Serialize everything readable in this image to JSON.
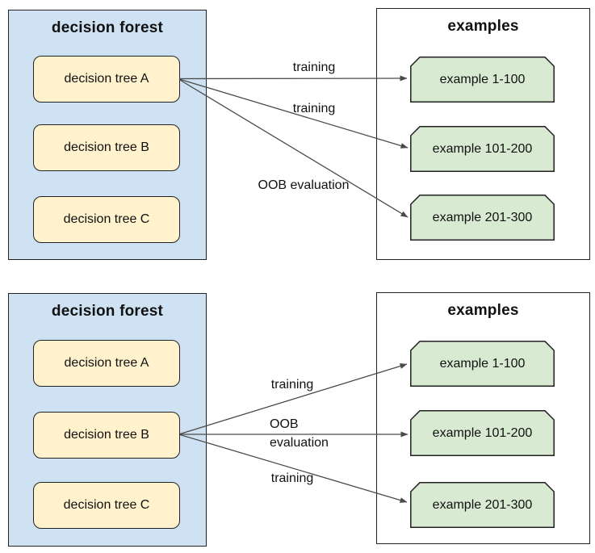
{
  "colors": {
    "forest_fill": "#cfe2f3",
    "tree_fill": "#fff2cc",
    "example_fill": "#d9ead3",
    "border": "#222222",
    "arrow": "#4a4a4a"
  },
  "diagrams": [
    {
      "forest": {
        "title": "decision forest",
        "trees": [
          "decision tree A",
          "decision tree B",
          "decision tree C"
        ]
      },
      "examples": {
        "title": "examples",
        "items": [
          "example 1-100",
          "example 101-200",
          "example 201-300"
        ]
      },
      "arrows": [
        {
          "label": "training",
          "from": "decision tree A",
          "to": "example 1-100"
        },
        {
          "label": "training",
          "from": "decision tree A",
          "to": "example 101-200"
        },
        {
          "label": "OOB evaluation",
          "from": "decision tree A",
          "to": "example 201-300"
        }
      ]
    },
    {
      "forest": {
        "title": "decision forest",
        "trees": [
          "decision tree A",
          "decision tree B",
          "decision tree C"
        ]
      },
      "examples": {
        "title": "examples",
        "items": [
          "example 1-100",
          "example 101-200",
          "example 201-300"
        ]
      },
      "arrows": [
        {
          "label": "training",
          "from": "decision tree B",
          "to": "example 1-100"
        },
        {
          "label": "OOB evaluation",
          "from": "decision tree B",
          "to": "example 101-200"
        },
        {
          "label": "training",
          "from": "decision tree B",
          "to": "example 201-300"
        }
      ]
    }
  ]
}
